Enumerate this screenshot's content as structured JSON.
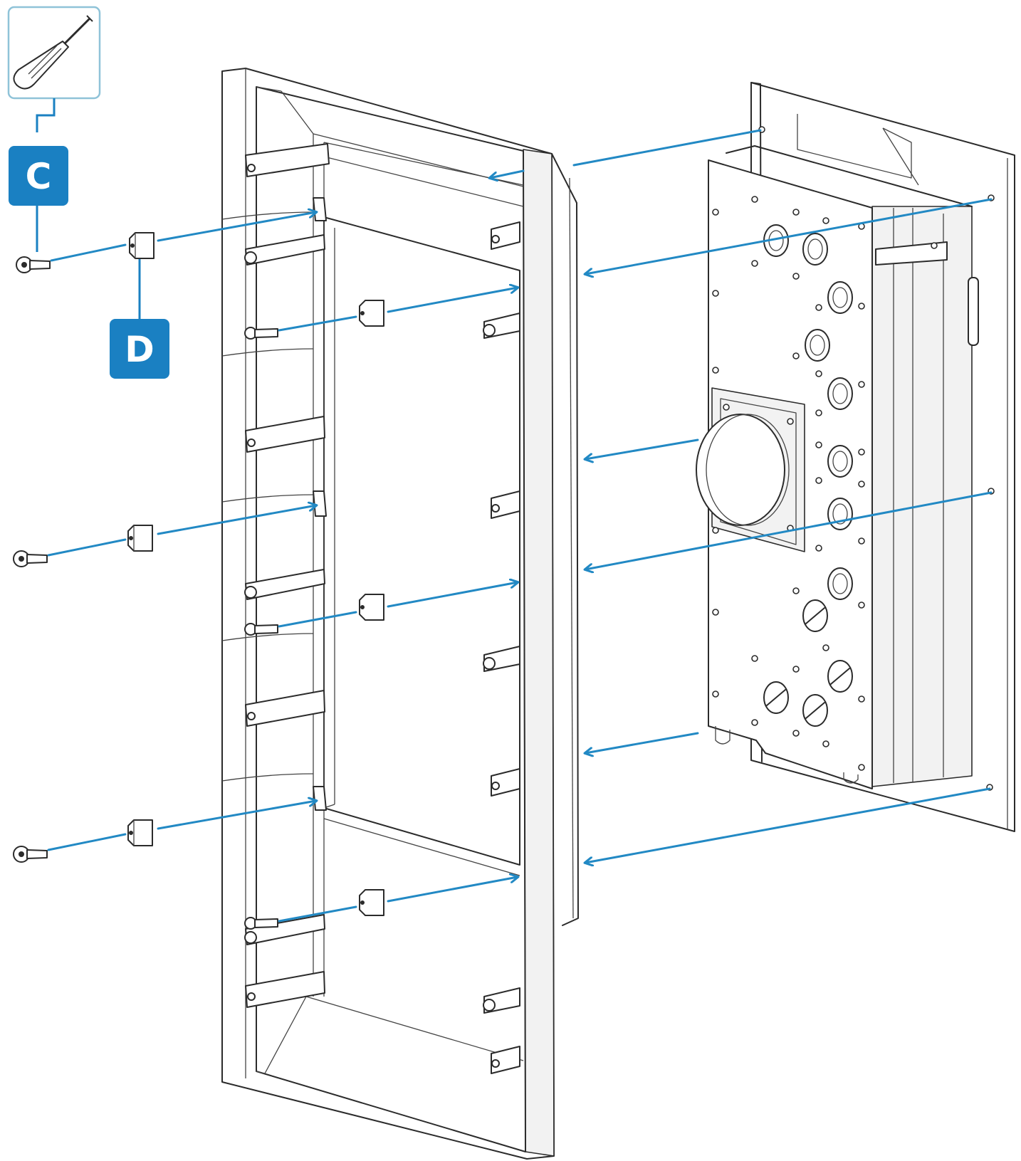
{
  "colors": {
    "accent": "#2289c4",
    "badge": "#1a80c2",
    "tool_frame": "#8fc3d8",
    "line": "#2b2b2b"
  },
  "tool": {
    "icon": "screwdriver-icon"
  },
  "callouts": [
    {
      "label": "C",
      "part": "screw"
    },
    {
      "label": "D",
      "part": "nut-clip"
    }
  ]
}
